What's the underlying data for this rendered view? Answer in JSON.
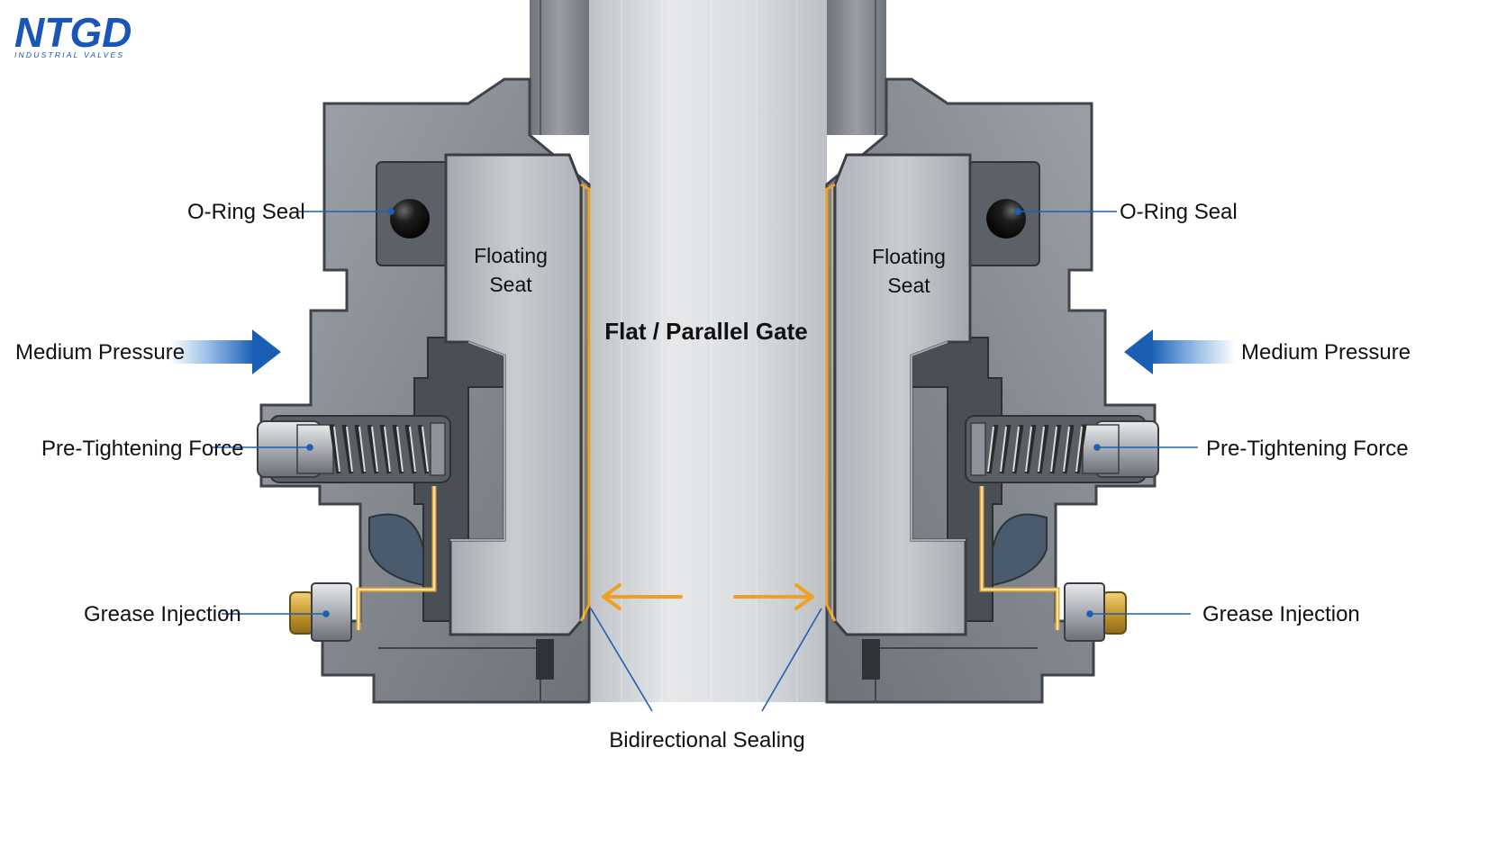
{
  "brand": {
    "logo_text": "NTGD",
    "tagline": "INDUSTRIAL VALVES",
    "color": "#1a56b8",
    "accent": "#d9261c"
  },
  "labels": {
    "left": {
      "o_ring": "O-Ring Seal",
      "medium_pressure": "Medium Pressure",
      "pre_tightening": "Pre-Tightening Force",
      "grease": "Grease Injection",
      "seat_line1": "Floating",
      "seat_line2": "Seat"
    },
    "right": {
      "o_ring": "O-Ring Seal",
      "medium_pressure": "Medium Pressure",
      "pre_tightening": "Pre-Tightening Force",
      "grease": "Grease Injection",
      "seat_line1": "Floating",
      "seat_line2": "Seat"
    },
    "gate": "Flat / Parallel Gate",
    "bidirectional": "Bidirectional Sealing"
  },
  "colors": {
    "leader": "#1f5fb0",
    "arrow_blue": "#1a5fb4",
    "seal_orange": "#f0a020",
    "body_metal": "#8c9097",
    "seat_metal": "#b9bdc3",
    "gate_metal": "#d4d7db"
  },
  "icons": {
    "o_ring": "o-ring-ball-icon",
    "spring": "spring-icon",
    "grease_fitting": "grease-fitting-icon",
    "pressure_arrow": "pressure-arrow-icon"
  }
}
